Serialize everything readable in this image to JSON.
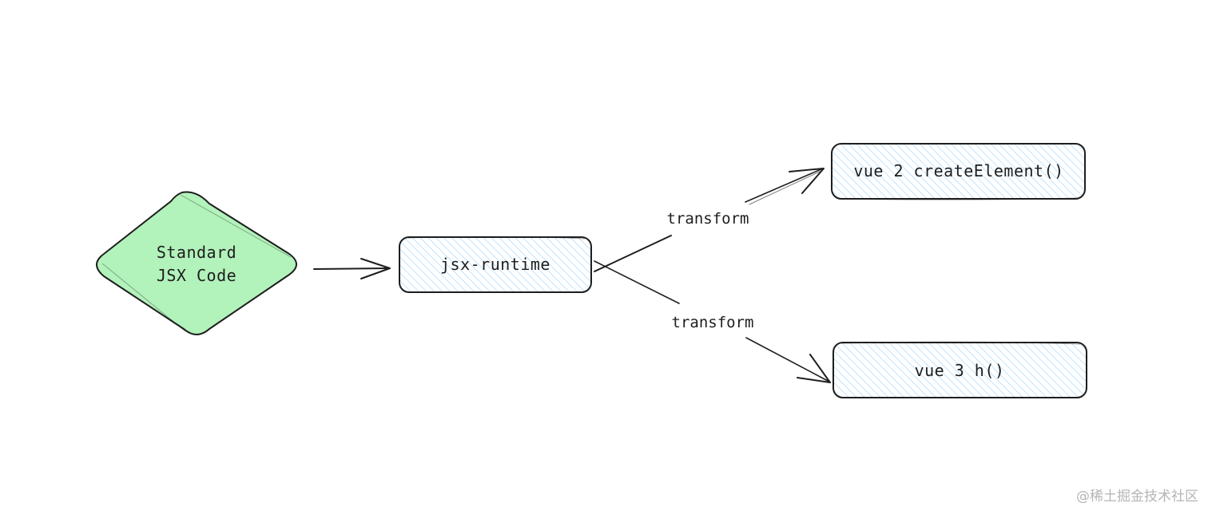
{
  "nodes": {
    "source": {
      "line1": "Standard",
      "line2": "JSX Code",
      "fill": "#b2f2bb"
    },
    "runtime": {
      "label": "jsx-runtime",
      "hatch": "#a5d8ff"
    },
    "vue2": {
      "label": "vue 2 createElement()",
      "hatch": "#a5d8ff"
    },
    "vue3": {
      "label": "vue 3 h()",
      "hatch": "#a5d8ff"
    }
  },
  "edges": {
    "upper_label": "transform",
    "lower_label": "transform"
  },
  "colors": {
    "stroke": "#1e1e1e",
    "watermark": "#b5b5b5"
  },
  "watermark": "@稀土掘金技术社区"
}
